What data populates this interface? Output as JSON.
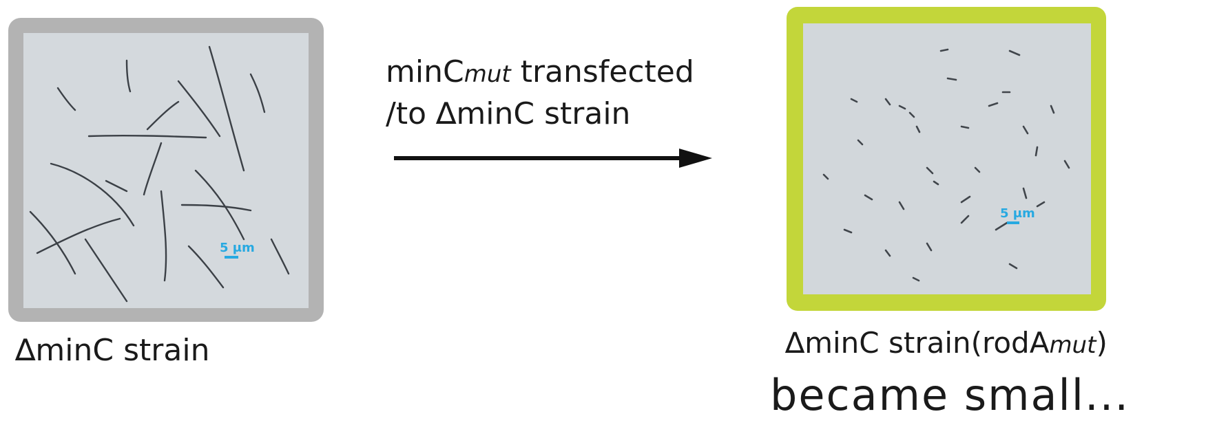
{
  "arrow_label": {
    "line1_prefix": "minC",
    "line1_italic": "mut",
    "line1_suffix": " transfected",
    "line2": "/to ∆minC strain"
  },
  "left": {
    "caption": "∆minC strain",
    "scale_bar": "5 μm"
  },
  "right": {
    "caption_prefix": "∆minC strain(rodA",
    "caption_italic": "mut",
    "caption_suffix": ")",
    "scale_bar": "5 μm",
    "note": "became small..."
  },
  "colors": {
    "left_frame": "#b3b3b3",
    "right_frame": "#c3d63a",
    "scale_bar": "#27a9e1"
  }
}
